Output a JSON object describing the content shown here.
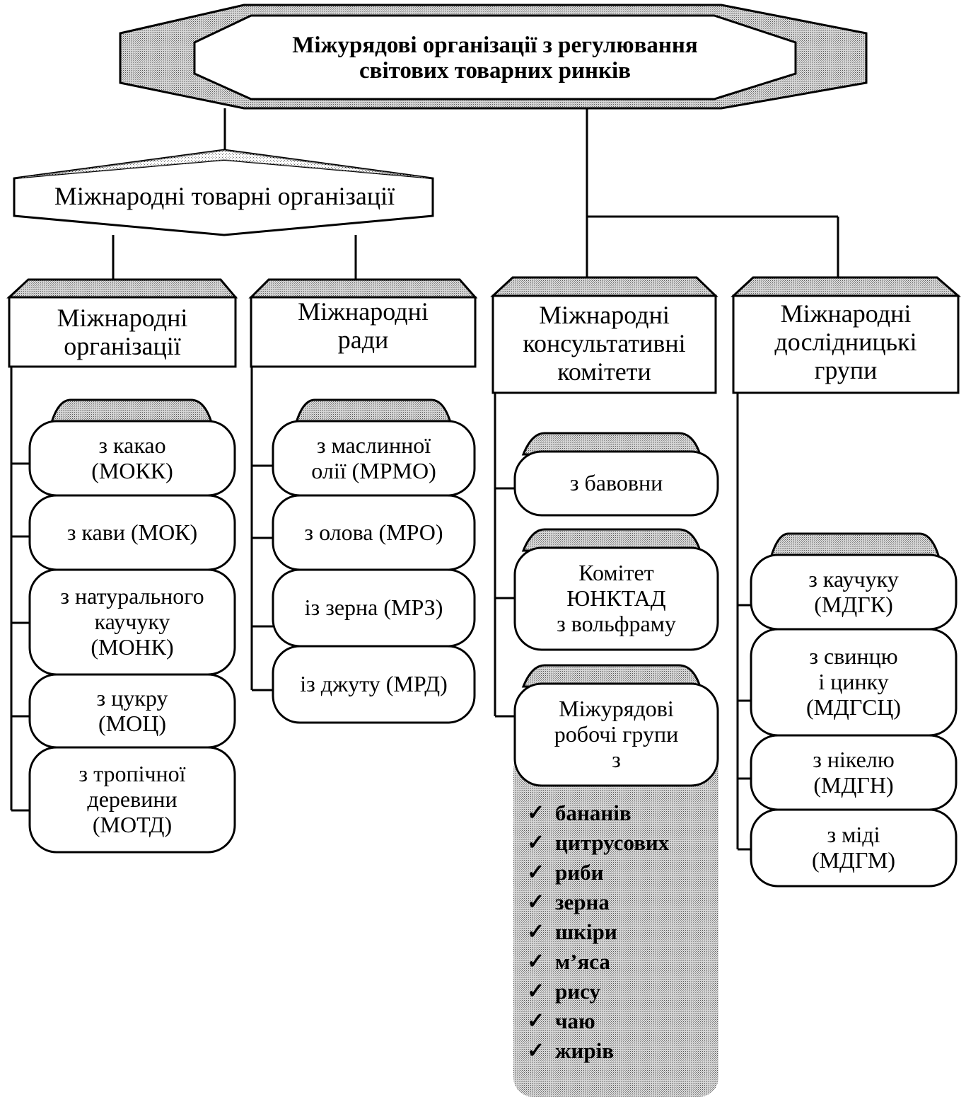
{
  "title": "Міжурядові організації з регулювання\nсвітових товарних ринків",
  "commodity_orgs": "Міжнародні товарні організації",
  "categories": {
    "orgs": "Міжнародні\nорганізації",
    "councils": "Міжнародні\nради",
    "committees": "Міжнародні\nконсультативні\nкомітети",
    "groups": "Міжнародні\nдослідницькі\nгрупи"
  },
  "orgs_items": [
    "з какао\n(МОКК)",
    "з кави (МОК)",
    "з натурального\nкаучуку\n(МОНК)",
    "з цукру\n(МОЦ)",
    "з тропічної\nдеревини\n(МОТД)"
  ],
  "councils_items": [
    "з маслинної\nолії (МРМО)",
    "з олова (МРО)",
    "із зерна (МРЗ)",
    "із джуту (МРД)"
  ],
  "committees_items": [
    "з бавовни",
    "Комітет\nЮНКТАД\nз вольфраму",
    "Міжурядові\nробочі групи\nз"
  ],
  "working_groups": [
    "бананів",
    "цитрусових",
    "риби",
    "зерна",
    "шкіри",
    "м’яса",
    "рису",
    "чаю",
    "жирів"
  ],
  "groups_items": [
    "з каучуку\n(МДГК)",
    "з свинцю\nі цинку\n(МДГСЦ)",
    "з нікелю\n(МДГН)",
    "з міді\n(МДГМ)"
  ],
  "icons": {
    "check": "checkmark-icon"
  }
}
